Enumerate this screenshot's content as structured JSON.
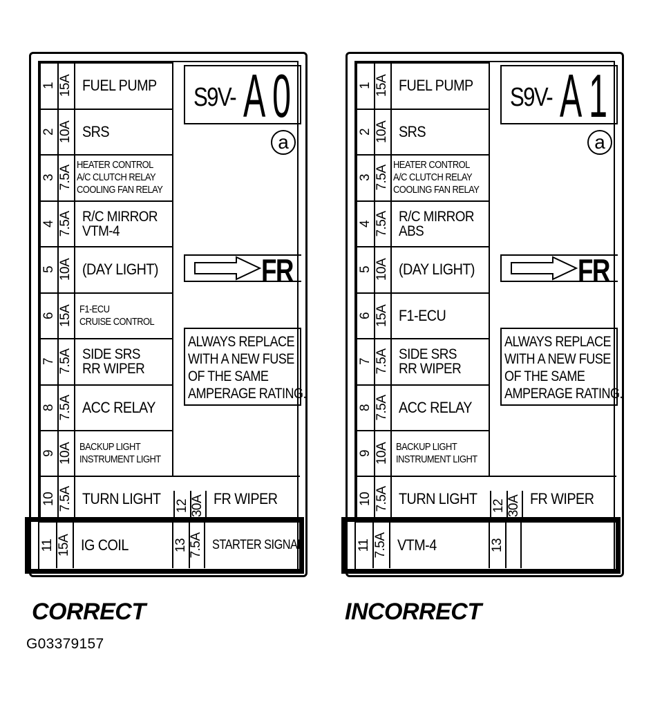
{
  "panels": [
    {
      "code_prefix": "S9V-",
      "code_suffix": "A0",
      "circle_mark": "a",
      "direction_arrow": "right-arrow",
      "direction_label": "FR",
      "notice": [
        "ALWAYS REPLACE",
        "WITH A NEW FUSE",
        "OF THE SAME",
        "AMPERAGE RATING."
      ],
      "fuses": [
        {
          "num": "1",
          "amp": "15A",
          "lines": [
            "FUEL PUMP"
          ]
        },
        {
          "num": "2",
          "amp": "10A",
          "lines": [
            "SRS"
          ]
        },
        {
          "num": "3",
          "amp": "7.5A",
          "lines": [
            "HEATER CONTROL",
            "A/C CLUTCH RELAY",
            "COOLING FAN RELAY"
          ]
        },
        {
          "num": "4",
          "amp": "7.5A",
          "lines": [
            "R/C MIRROR",
            "VTM-4"
          ]
        },
        {
          "num": "5",
          "amp": "10A",
          "lines": [
            "(DAY LIGHT)"
          ]
        },
        {
          "num": "6",
          "amp": "15A",
          "lines": [
            "F1-ECU",
            "CRUISE CONTROL"
          ]
        },
        {
          "num": "7",
          "amp": "7.5A",
          "lines": [
            "SIDE SRS",
            "RR WIPER"
          ]
        },
        {
          "num": "8",
          "amp": "7.5A",
          "lines": [
            "ACC RELAY"
          ]
        },
        {
          "num": "9",
          "amp": "10A",
          "lines": [
            "BACKUP LIGHT",
            "INSTRUMENT LIGHT"
          ]
        }
      ],
      "row10": {
        "num": "10",
        "amp": "7.5A",
        "label": "TURN LIGHT",
        "num2": "12",
        "amp2": "30A",
        "label2": "FR WIPER"
      },
      "row11": {
        "num": "11",
        "amp": "15A",
        "label": "IG COIL",
        "num2": "13",
        "amp2": "7.5A",
        "label2": "STARTER SIGNAL"
      },
      "caption": "CORRECT"
    },
    {
      "code_prefix": "S9V-",
      "code_suffix": "A1",
      "circle_mark": "a",
      "direction_arrow": "right-arrow",
      "direction_label": "FR",
      "notice": [
        "ALWAYS REPLACE",
        "WITH A NEW FUSE",
        "OF THE SAME",
        "AMPERAGE RATING."
      ],
      "fuses": [
        {
          "num": "1",
          "amp": "15A",
          "lines": [
            "FUEL PUMP"
          ]
        },
        {
          "num": "2",
          "amp": "10A",
          "lines": [
            "SRS"
          ]
        },
        {
          "num": "3",
          "amp": "7.5A",
          "lines": [
            "HEATER CONTROL",
            "A/C CLUTCH RELAY",
            "COOLING FAN RELAY"
          ]
        },
        {
          "num": "4",
          "amp": "7.5A",
          "lines": [
            "R/C MIRROR",
            "ABS"
          ]
        },
        {
          "num": "5",
          "amp": "10A",
          "lines": [
            "(DAY LIGHT)"
          ]
        },
        {
          "num": "6",
          "amp": "15A",
          "lines": [
            "F1-ECU"
          ]
        },
        {
          "num": "7",
          "amp": "7.5A",
          "lines": [
            "SIDE SRS",
            "RR WIPER"
          ]
        },
        {
          "num": "8",
          "amp": "7.5A",
          "lines": [
            "ACC RELAY"
          ]
        },
        {
          "num": "9",
          "amp": "10A",
          "lines": [
            "BACKUP LIGHT",
            "INSTRUMENT LIGHT"
          ]
        }
      ],
      "row10": {
        "num": "10",
        "amp": "7.5A",
        "label": "TURN LIGHT",
        "num2": "12",
        "amp2": "30A",
        "label2": "FR WIPER"
      },
      "row11": {
        "num": "11",
        "amp": "7.5A",
        "label": "VTM-4",
        "num2": "13",
        "amp2": "",
        "label2": ""
      },
      "caption": "INCORRECT"
    }
  ],
  "figure_code": "G03379157"
}
